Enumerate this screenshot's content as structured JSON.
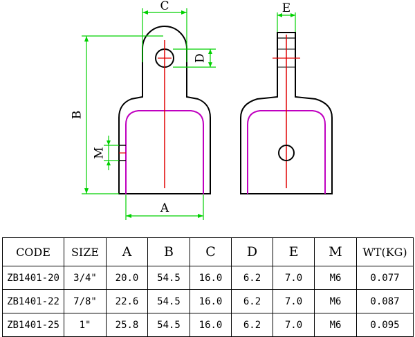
{
  "drawing": {
    "labels": {
      "a": "A",
      "b": "B",
      "c": "C",
      "d": "D",
      "e": "E",
      "m": "M"
    },
    "colors": {
      "outline": "#000000",
      "dimension": "#00d000",
      "centerline": "#e00000",
      "inner_profile": "#c000c0"
    }
  },
  "table": {
    "headers": [
      "CODE",
      "SIZE",
      "A",
      "B",
      "C",
      "D",
      "E",
      "M",
      "WT(KG)"
    ],
    "rows": [
      [
        "ZB1401-20",
        "3/4\"",
        "20.0",
        "54.5",
        "16.0",
        "6.2",
        "7.0",
        "M6",
        "0.077"
      ],
      [
        "ZB1401-22",
        "7/8\"",
        "22.6",
        "54.5",
        "16.0",
        "6.2",
        "7.0",
        "M6",
        "0.087"
      ],
      [
        "ZB1401-25",
        "1\"",
        "25.8",
        "54.5",
        "16.0",
        "6.2",
        "7.0",
        "M6",
        "0.095"
      ]
    ]
  }
}
